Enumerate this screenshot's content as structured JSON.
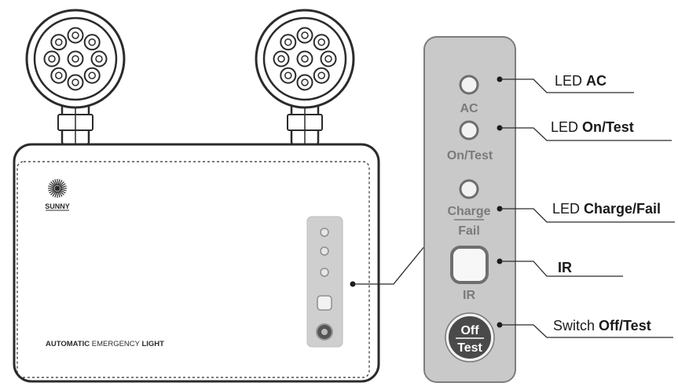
{
  "device": {
    "brand": "SUNNY",
    "label_bold_1": "AUTOMATIC",
    "label_regular": " EMERGENCY ",
    "label_bold_2": "LIGHT"
  },
  "panel": {
    "indicator_ac": "AC",
    "indicator_on_test": "On/Test",
    "indicator_charge": "Charge",
    "indicator_fail": "Fail",
    "indicator_ir": "IR",
    "switch_off": "Off",
    "switch_test": "Test"
  },
  "callouts": [
    {
      "prefix": "LED ",
      "bold": "AC"
    },
    {
      "prefix": "LED ",
      "bold": "On/Test"
    },
    {
      "prefix": "LED ",
      "bold": "Charge/Fail"
    },
    {
      "prefix": "",
      "bold": "IR"
    },
    {
      "prefix": "Switch ",
      "bold": "Off/Test"
    }
  ],
  "colors": {
    "outline": "#2b2b2b",
    "panel_fill": "#c9c9c9",
    "panel_text": "#7a7a7a",
    "switch_fill": "#4a4a4a",
    "switch_text": "#ffffff"
  }
}
